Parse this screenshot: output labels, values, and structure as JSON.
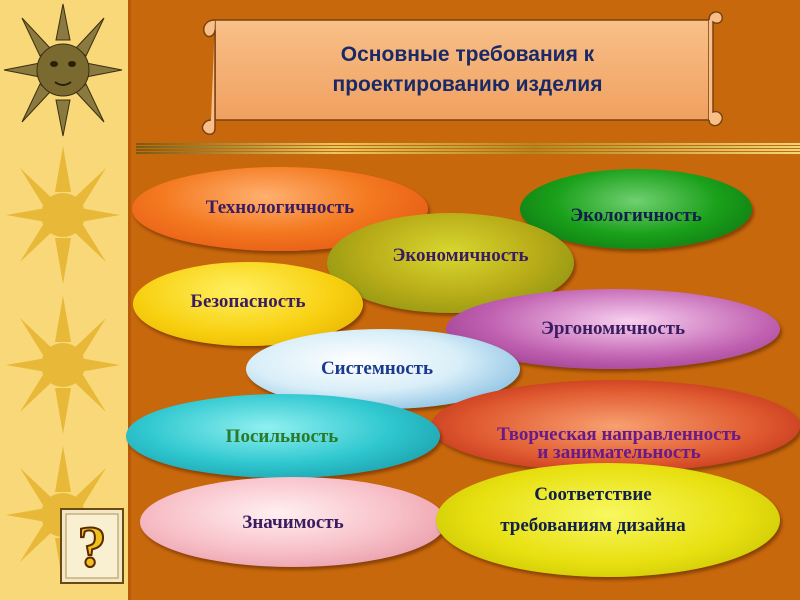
{
  "title": "Основные требования к\nпроектированию изделия",
  "items": {
    "tech": "Технологичность",
    "ecol": "Экологичность",
    "econ": "Экономичность",
    "safety": "Безопасность",
    "ergo": "Эргономичность",
    "system": "Системность",
    "feasible": "Посильность",
    "creative_1": "Творческая направленность",
    "creative_2": "и занимательность",
    "significance": "Значимость",
    "design_1": "Соответствие",
    "design_2": "требованиям дизайна"
  },
  "help_button": {
    "icon": "question-mark-icon",
    "glyph": "?"
  },
  "colors": {
    "background": "#c8680c",
    "left_strip": "#f8d878",
    "sun": "#e8b838",
    "title_text": "#1a2a66",
    "label_text": "#3a1c60",
    "creative_text": "#6a1a88"
  }
}
